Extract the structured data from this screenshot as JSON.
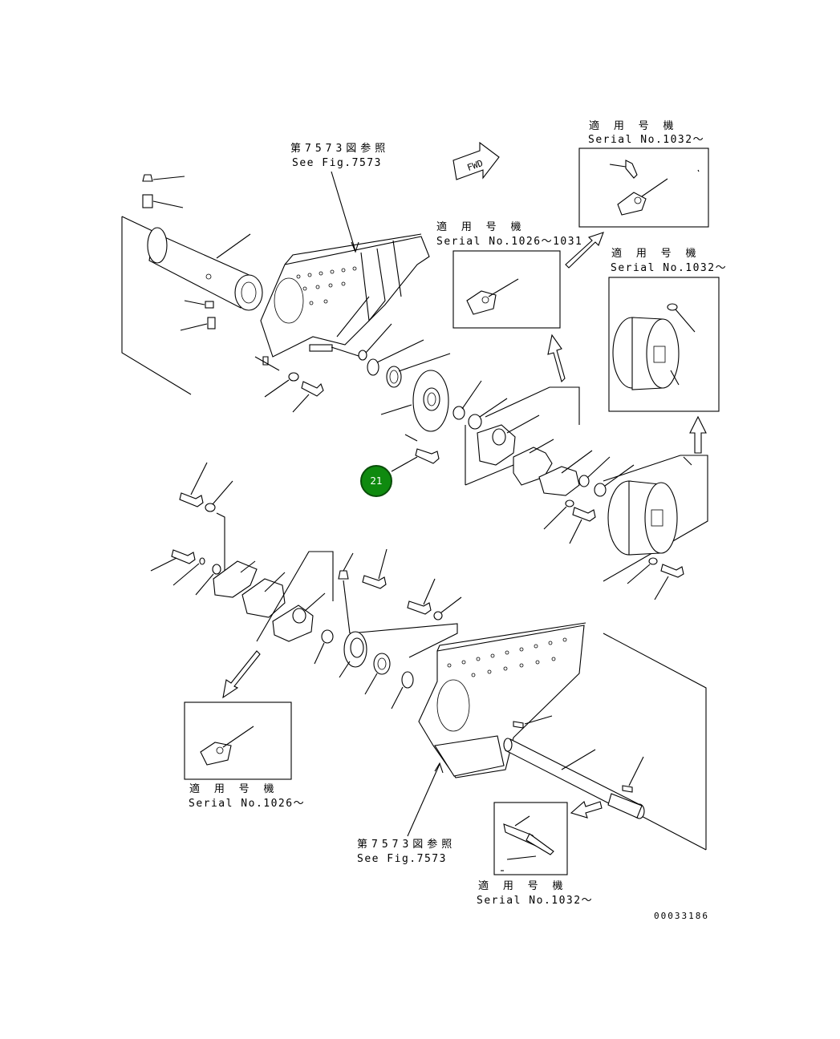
{
  "badge": {
    "number": "21",
    "color": "#0f8a0f"
  },
  "fwd_arrow": {
    "text": "FWD"
  },
  "refs": {
    "top_jp": "第7573図参照",
    "top_en": "See Fig.7573",
    "bottom_jp": "第7573図参照",
    "bottom_en": "See Fig.7573"
  },
  "insets": {
    "top_right_small": {
      "jp": "適 用 号 機",
      "en": "Serial No.1032～"
    },
    "middle": {
      "jp": "適 用 号 機",
      "en": "Serial No.1026～1031"
    },
    "right_drum": {
      "jp": "適 用 号 機",
      "en": "Serial No.1032～"
    },
    "bottom_left": {
      "jp": "適 用 号 機",
      "en": "Serial No.1026～"
    },
    "bottom_shaft": {
      "jp": "適 用 号 機",
      "en": "Serial No.1032～"
    }
  },
  "drawing_number": "00033186"
}
